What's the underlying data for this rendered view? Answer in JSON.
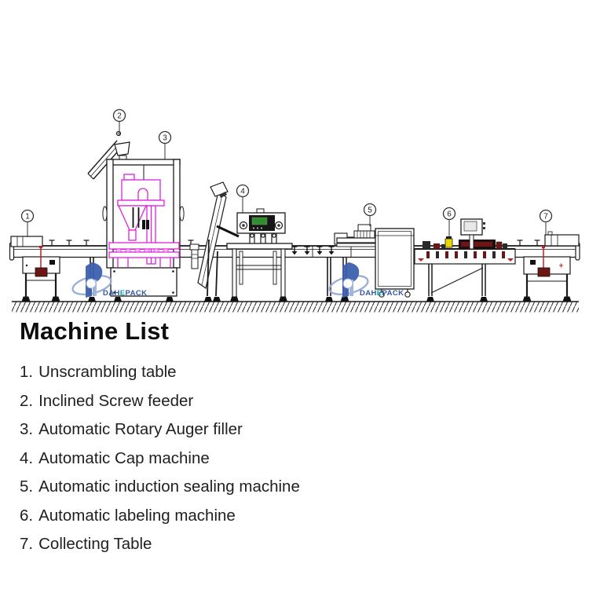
{
  "diagram": {
    "callouts": [
      {
        "number": "1",
        "target": "unscrambling-table"
      },
      {
        "number": "2",
        "target": "inclined-screw-feeder"
      },
      {
        "number": "3",
        "target": "automatic-rotary-auger-filler"
      },
      {
        "number": "4",
        "target": "automatic-cap-machine"
      },
      {
        "number": "5",
        "target": "automatic-induction-sealing-machine"
      },
      {
        "number": "6",
        "target": "automatic-labeling-machine"
      },
      {
        "number": "7",
        "target": "collecting-table"
      }
    ],
    "watermark": {
      "text": "DAHEPACK",
      "parts": [
        "DAH",
        "E",
        "PACK"
      ],
      "brand_blue": "#2b4ea0",
      "accent_teal": "#00a0a0"
    },
    "colors": {
      "line": "#1a1a1a",
      "highlight_magenta": "#dd22dd",
      "screen_green": "#2f8f2f",
      "sensor_yellow": "#e8d800",
      "detail_red": "#c02020",
      "detail_maroon": "#6e1616"
    }
  },
  "machine_list": {
    "title": "Machine List",
    "items": [
      {
        "num": "1.",
        "label": "Unscrambling table"
      },
      {
        "num": "2.",
        "label": "Inclined Screw feeder"
      },
      {
        "num": "3.",
        "label": "Automatic Rotary Auger filler"
      },
      {
        "num": "4.",
        "label": "Automatic Cap machine"
      },
      {
        "num": "5.",
        "label": "Automatic induction sealing machine"
      },
      {
        "num": "6.",
        "label": "Automatic labeling machine"
      },
      {
        "num": "7.",
        "label": "Collecting Table"
      }
    ]
  }
}
